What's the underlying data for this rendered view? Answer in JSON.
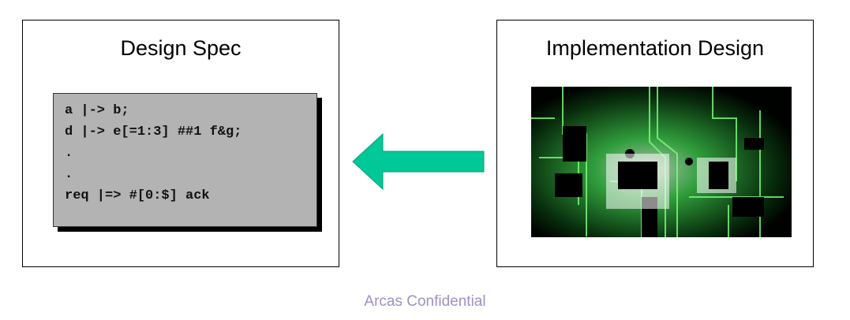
{
  "left_panel": {
    "title": "Design Spec",
    "code_lines": [
      "a |-> b;",
      "d |-> e[=1:3] ##1 f&g;",
      ".",
      ".",
      "req |=> #[0:$] ack"
    ]
  },
  "right_panel": {
    "title": "Implementation Design",
    "image": "circuit-board-image"
  },
  "arrow": {
    "direction": "left",
    "color": "#00c896"
  },
  "footer": "Arcas Confidential"
}
